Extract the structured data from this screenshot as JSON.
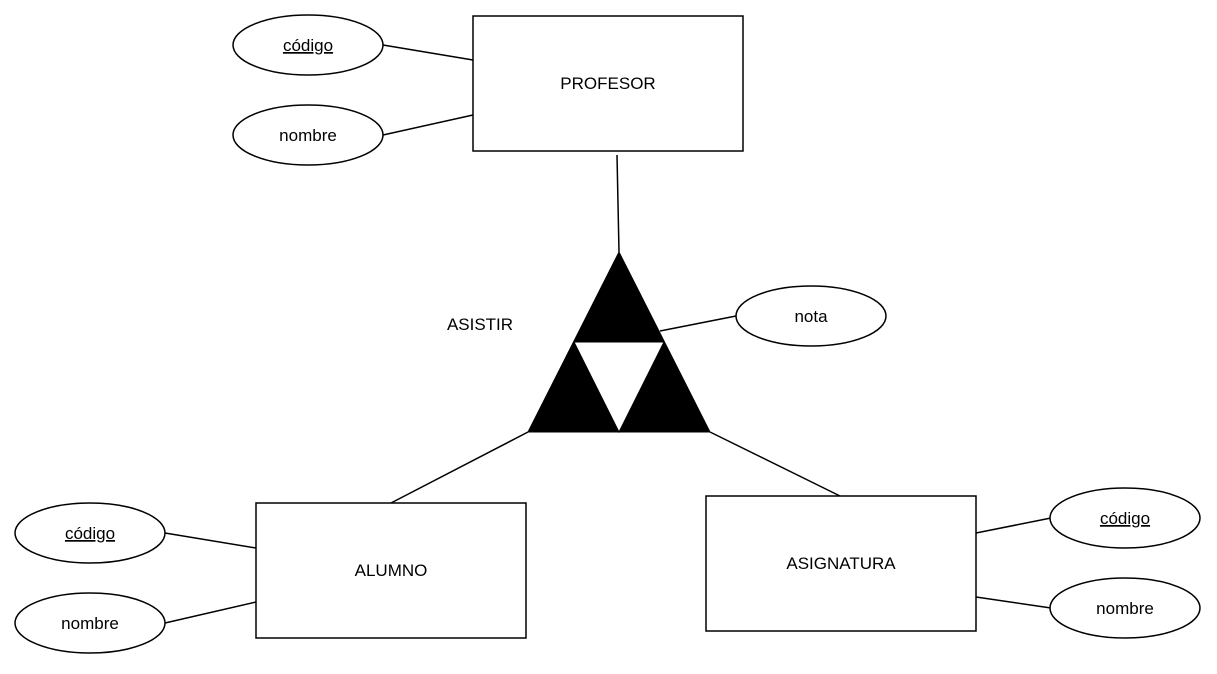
{
  "entities": {
    "profesor": {
      "label": "PROFESOR"
    },
    "alumno": {
      "label": "ALUMNO"
    },
    "asignatura": {
      "label": "ASIGNATURA"
    }
  },
  "relationship": {
    "label": "ASISTIR"
  },
  "attributes": {
    "profesor_codigo": {
      "label": "código",
      "key": true
    },
    "profesor_nombre": {
      "label": "nombre",
      "key": false
    },
    "alumno_codigo": {
      "label": "código",
      "key": true
    },
    "alumno_nombre": {
      "label": "nombre",
      "key": false
    },
    "asignatura_codigo": {
      "label": "código",
      "key": true
    },
    "asignatura_nombre": {
      "label": "nombre",
      "key": false
    },
    "asistir_nota": {
      "label": "nota",
      "key": false
    }
  }
}
